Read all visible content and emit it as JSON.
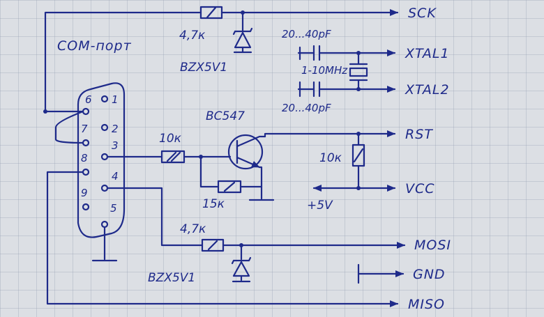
{
  "diagram": {
    "colors": {
      "ink": "#1e2a8a",
      "paper": "#dcdfe4",
      "grid": "#a9b1c2"
    },
    "labels": {
      "com_port": "COM-порт",
      "r_sck": "4,7к",
      "z_sck": "BZX5V1",
      "c_top": "20...40pF",
      "xtal_val": "1-10MHz",
      "c_bot": "20...40pF",
      "transistor": "BC547",
      "r_base": "10к",
      "r_fb": "15к",
      "r_rst": "10к",
      "r_mosi": "4,7к",
      "z_mosi": "BZX5V1",
      "plus5v": "+5V"
    },
    "pins": {
      "p6": "6",
      "p1": "1",
      "p7": "7",
      "p2": "2",
      "p8": "8",
      "p3": "3",
      "p4": "4",
      "p9": "9",
      "p5": "5"
    },
    "signals": {
      "sck": "SCK",
      "xtal1": "XTAL1",
      "xtal2": "XTAL2",
      "rst": "RST",
      "vcc": "VCC",
      "mosi": "MOSI",
      "gnd": "GND",
      "miso": "MISO"
    }
  }
}
